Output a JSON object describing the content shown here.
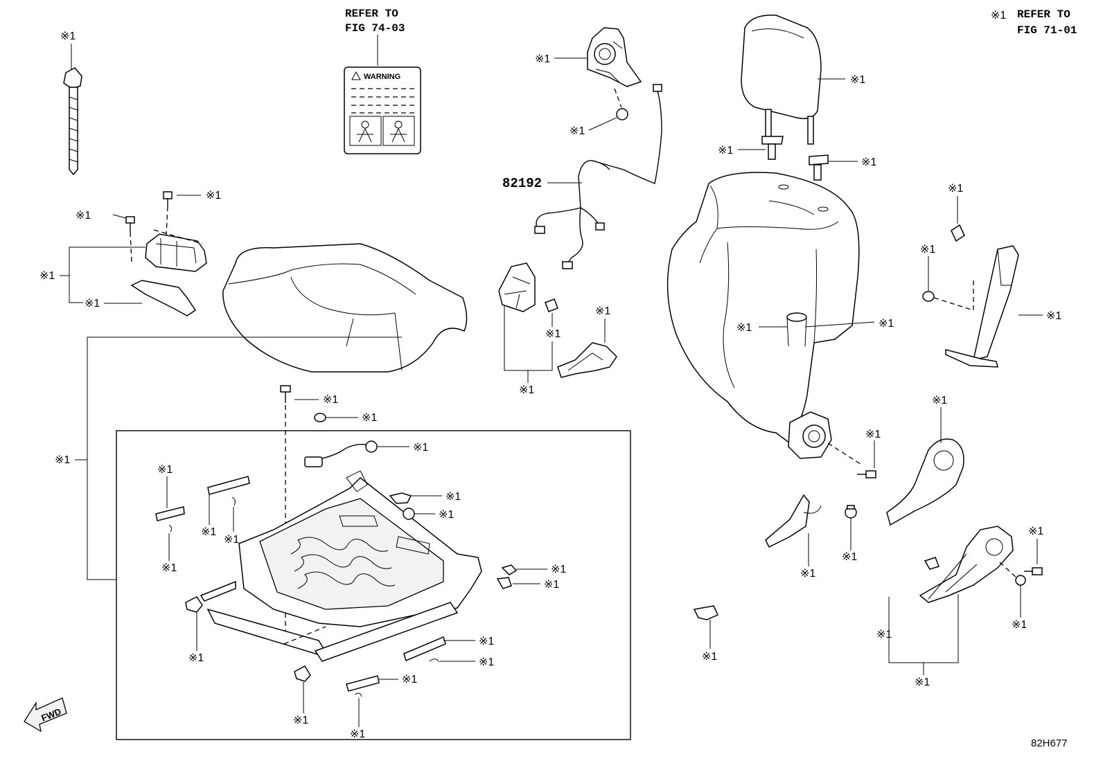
{
  "refs": {
    "fig_74_line1": "REFER TO",
    "fig_74_line2": "FIG 74-03",
    "fig_71_mark": "※1",
    "fig_71_line1": "REFER TO",
    "fig_71_line2": "FIG 71-01"
  },
  "warning_label": {
    "title": "WARNING"
  },
  "part_number": "82192",
  "callout_mark": "※1",
  "fwd_label": "FWD",
  "diagram_code": "82H677"
}
